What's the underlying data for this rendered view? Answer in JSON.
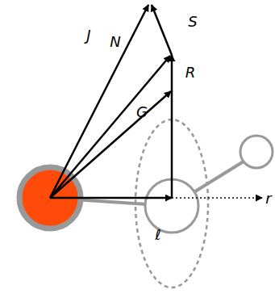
{
  "diagram": {
    "labels": [
      "J",
      "S",
      "N",
      "R",
      "G",
      "ℓ",
      "r"
    ]
  }
}
